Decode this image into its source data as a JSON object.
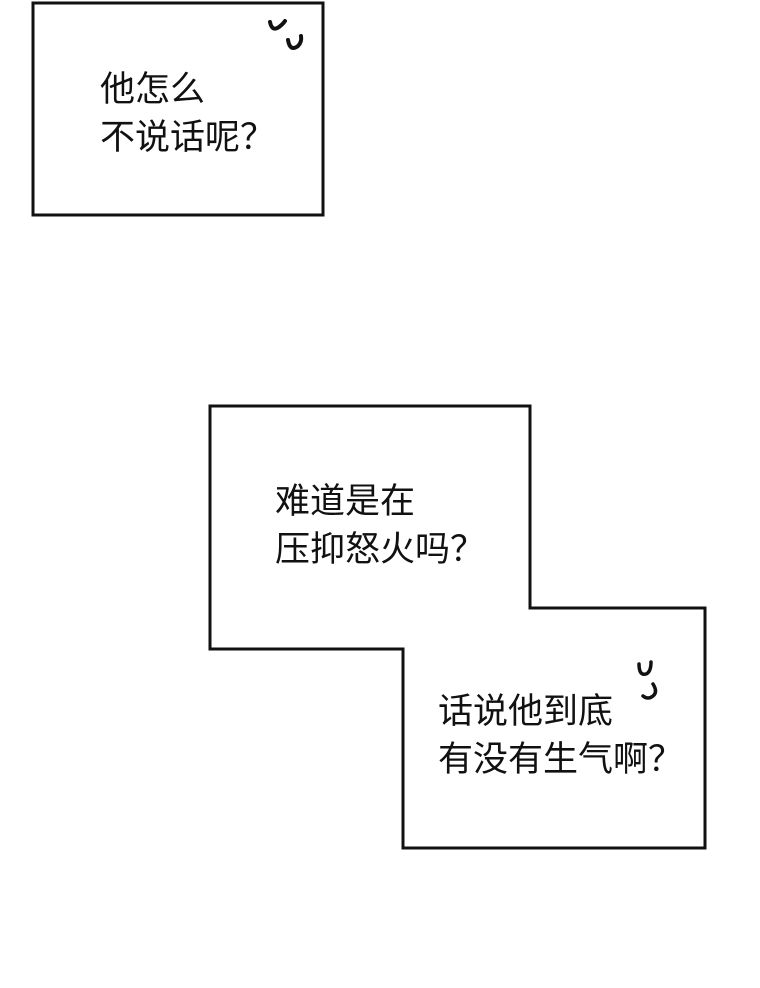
{
  "bubbles": [
    {
      "lines": [
        "他怎么",
        "不说话呢？"
      ]
    },
    {
      "lines": [
        "难道是在",
        "压抑怒火吗？"
      ]
    },
    {
      "lines": [
        "话说他到底",
        "有没有生气啊？"
      ]
    }
  ],
  "colors": {
    "ink": "#111111",
    "background": "#ffffff"
  }
}
